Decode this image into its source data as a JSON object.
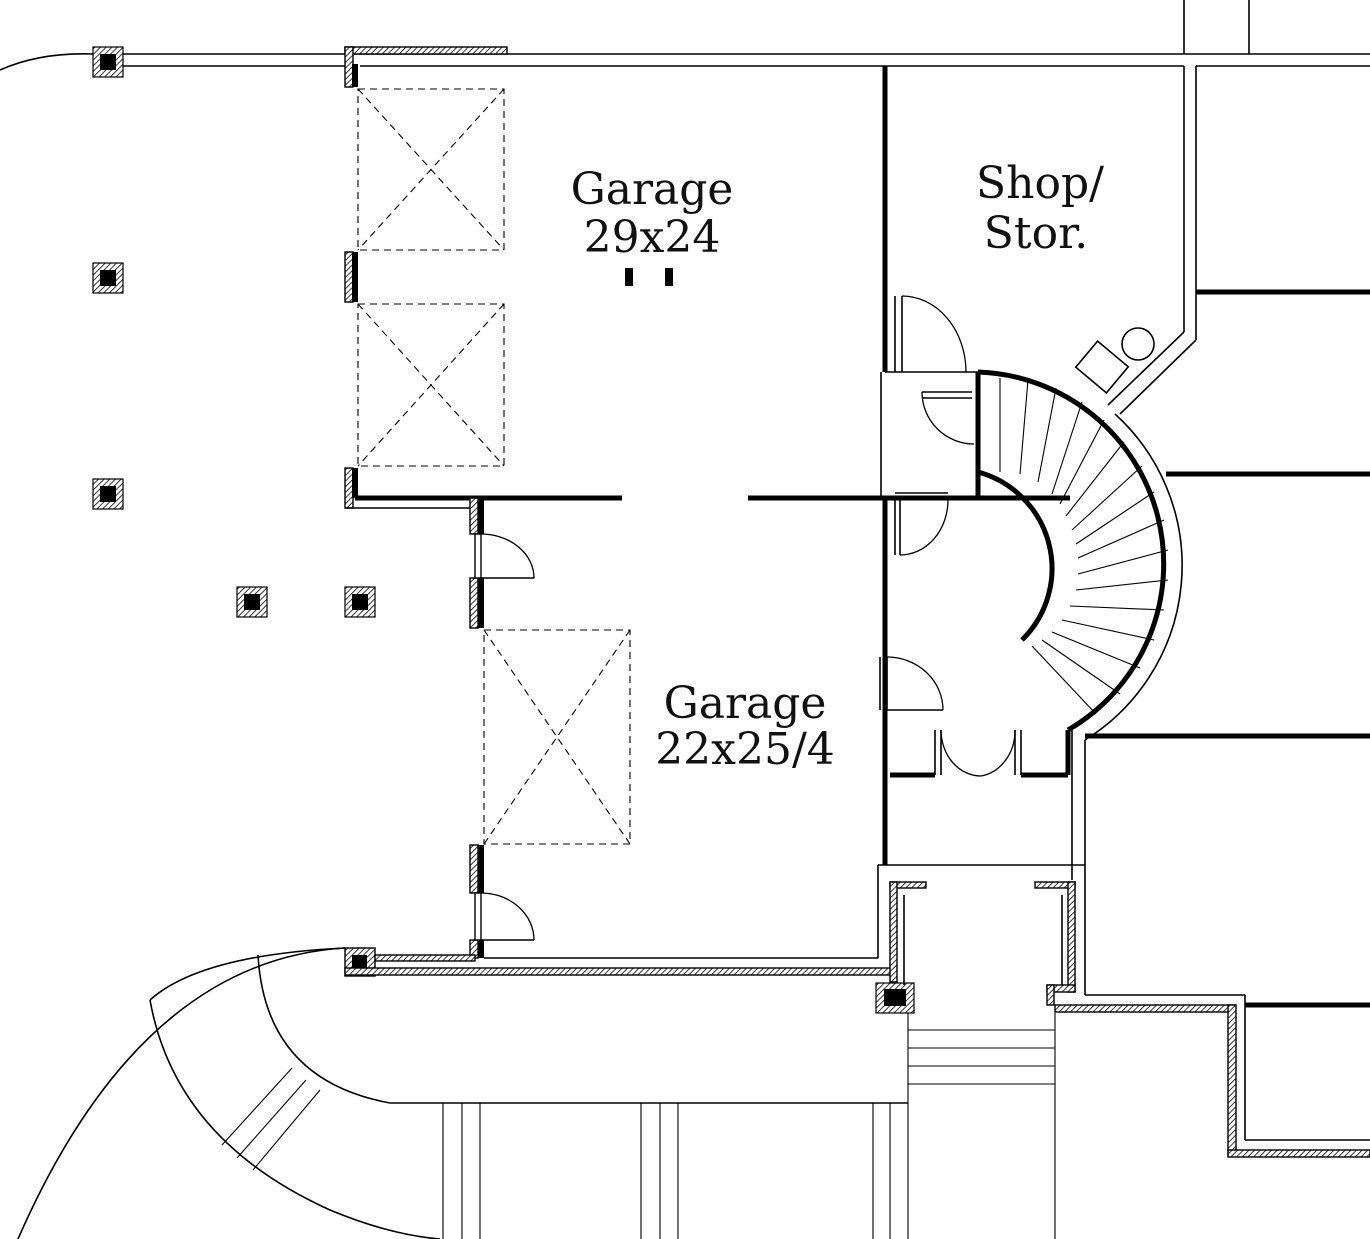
{
  "plan": {
    "rooms": [
      {
        "id": "garage-main",
        "lines": [
          "Garage",
          "29x24"
        ]
      },
      {
        "id": "shop-storage",
        "lines": [
          "Shop/",
          "Stor."
        ]
      },
      {
        "id": "garage-second",
        "lines": [
          "Garage",
          "22x25/4"
        ]
      }
    ]
  }
}
